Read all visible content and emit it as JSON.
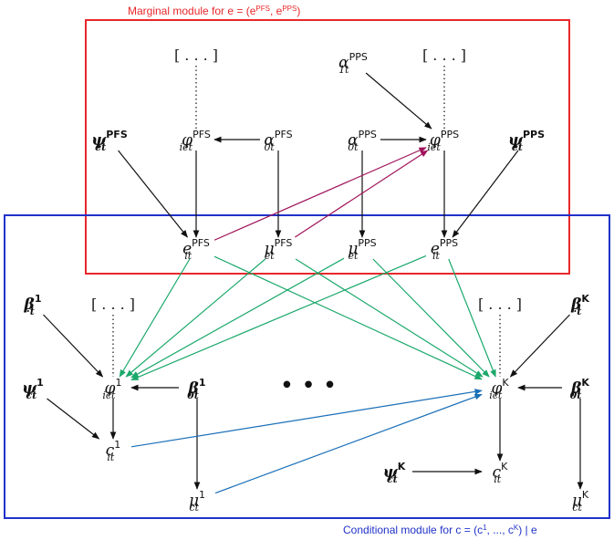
{
  "colors": {
    "marginal_box": "#e8282b",
    "conditional_box": "#1f32c8",
    "edge_default": "#111111",
    "edge_marginal_cross": "#a0125a",
    "edge_green": "#1aa86a",
    "edge_blue": "#1a6fb8"
  },
  "captions": {
    "marginal": "Marginal module for e = (e^PFS, e^PPS)",
    "conditional": "Conditional module for c = (c^1, ..., c^K) | e"
  },
  "nodes": [
    {
      "id": "pfs_dots",
      "kind": "ellipsis",
      "text": "[ . . . ]"
    },
    {
      "id": "alpha1",
      "base": "α",
      "sub": "1t",
      "sup": "PPS"
    },
    {
      "id": "pps_dots",
      "kind": "ellipsis",
      "text": "[ . . . ]"
    },
    {
      "id": "psi_pfs",
      "base": "ψ",
      "sub": "et",
      "sup": "PFS",
      "bold": true
    },
    {
      "id": "phi_pfs",
      "base": "φ",
      "sub": "iet",
      "sup": "PFS"
    },
    {
      "id": "alpha0_pfs",
      "base": "α",
      "sub": "0t",
      "sup": "PFS"
    },
    {
      "id": "alpha0_pps",
      "base": "α",
      "sub": "0t",
      "sup": "PPS"
    },
    {
      "id": "phi_pps",
      "base": "φ",
      "sub": "iet",
      "sup": "PPS"
    },
    {
      "id": "psi_pps",
      "base": "ψ",
      "sub": "et",
      "sup": "PPS",
      "bold": true
    },
    {
      "id": "e_pfs",
      "base": "e",
      "sub": "it",
      "sup": "PFS"
    },
    {
      "id": "mu_pfs",
      "base": "μ",
      "sub": "et",
      "sup": "PFS"
    },
    {
      "id": "mu_pps",
      "base": "μ",
      "sub": "et",
      "sup": "PPS"
    },
    {
      "id": "e_pps",
      "base": "e",
      "sub": "it",
      "sup": "PPS"
    },
    {
      "id": "beta1",
      "base": "β",
      "sub": "·t",
      "sup": "1",
      "bold": true
    },
    {
      "id": "c1_dots",
      "kind": "ellipsis",
      "text": "[ . . . ]"
    },
    {
      "id": "cK_dots",
      "kind": "ellipsis",
      "text": "[ . . . ]"
    },
    {
      "id": "betaK",
      "base": "β",
      "sub": "·t",
      "sup": "K",
      "bold": true
    },
    {
      "id": "psi_c1",
      "base": "ψ",
      "sub": "ct",
      "sup": "1",
      "bold": true
    },
    {
      "id": "phi_c1",
      "base": "φ",
      "sub": "ict",
      "sup": "1"
    },
    {
      "id": "beta0_1",
      "base": "β",
      "sub": "0t",
      "sup": "1",
      "bold": true
    },
    {
      "id": "mid_dots",
      "kind": "bigdots",
      "text": "• • •"
    },
    {
      "id": "phi_cK",
      "base": "φ",
      "sub": "ict",
      "sup": "K"
    },
    {
      "id": "beta0_K",
      "base": "β",
      "sub": "0t",
      "sup": "K",
      "bold": true
    },
    {
      "id": "c1",
      "base": "c",
      "sub": "it",
      "sup": "1"
    },
    {
      "id": "psi_cK",
      "base": "ψ",
      "sub": "ct",
      "sup": "K",
      "bold": true
    },
    {
      "id": "cK",
      "base": "c",
      "sub": "it",
      "sup": "K"
    },
    {
      "id": "mu_c1",
      "base": "μ",
      "sub": "ct",
      "sup": "1"
    },
    {
      "id": "mu_cK",
      "base": "μ",
      "sub": "ct",
      "sup": "K"
    }
  ],
  "edges": [
    {
      "from": "pfs_dots",
      "to": "phi_pfs",
      "style": "dotted",
      "color": "edge_default"
    },
    {
      "from": "alpha1",
      "to": "phi_pps",
      "color": "edge_default"
    },
    {
      "from": "pps_dots",
      "to": "phi_pps",
      "style": "dotted",
      "color": "edge_default"
    },
    {
      "from": "alpha0_pfs",
      "to": "phi_pfs",
      "color": "edge_default"
    },
    {
      "from": "alpha0_pps",
      "to": "phi_pps",
      "color": "edge_default"
    },
    {
      "from": "psi_pfs",
      "to": "e_pfs",
      "color": "edge_default"
    },
    {
      "from": "phi_pfs",
      "to": "e_pfs",
      "color": "edge_default"
    },
    {
      "from": "alpha0_pfs",
      "to": "mu_pfs",
      "color": "edge_default"
    },
    {
      "from": "alpha0_pps",
      "to": "mu_pps",
      "color": "edge_default"
    },
    {
      "from": "phi_pps",
      "to": "e_pps",
      "color": "edge_default"
    },
    {
      "from": "psi_pps",
      "to": "e_pps",
      "color": "edge_default"
    },
    {
      "from": "e_pfs",
      "to": "phi_pps",
      "color": "edge_marginal_cross"
    },
    {
      "from": "mu_pfs",
      "to": "phi_pps",
      "color": "edge_marginal_cross"
    },
    {
      "from": "e_pfs",
      "to": "phi_c1",
      "color": "edge_green"
    },
    {
      "from": "mu_pfs",
      "to": "phi_c1",
      "color": "edge_green"
    },
    {
      "from": "mu_pps",
      "to": "phi_c1",
      "color": "edge_green"
    },
    {
      "from": "e_pps",
      "to": "phi_c1",
      "color": "edge_green"
    },
    {
      "from": "e_pfs",
      "to": "phi_cK",
      "color": "edge_green"
    },
    {
      "from": "mu_pfs",
      "to": "phi_cK",
      "color": "edge_green"
    },
    {
      "from": "mu_pps",
      "to": "phi_cK",
      "color": "edge_green"
    },
    {
      "from": "e_pps",
      "to": "phi_cK",
      "color": "edge_green"
    },
    {
      "from": "beta1",
      "to": "phi_c1",
      "color": "edge_default"
    },
    {
      "from": "c1_dots",
      "to": "phi_c1",
      "style": "dotted",
      "color": "edge_default"
    },
    {
      "from": "beta0_1",
      "to": "phi_c1",
      "color": "edge_default"
    },
    {
      "from": "betaK",
      "to": "phi_cK",
      "color": "edge_default"
    },
    {
      "from": "cK_dots",
      "to": "phi_cK",
      "style": "dotted",
      "color": "edge_default"
    },
    {
      "from": "beta0_K",
      "to": "phi_cK",
      "color": "edge_default"
    },
    {
      "from": "psi_c1",
      "to": "c1",
      "color": "edge_default"
    },
    {
      "from": "phi_c1",
      "to": "c1",
      "color": "edge_default"
    },
    {
      "from": "beta0_1",
      "to": "mu_c1",
      "color": "edge_default"
    },
    {
      "from": "phi_cK",
      "to": "cK",
      "color": "edge_default"
    },
    {
      "from": "psi_cK",
      "to": "cK",
      "color": "edge_default"
    },
    {
      "from": "beta0_K",
      "to": "mu_cK",
      "color": "edge_default"
    },
    {
      "from": "c1",
      "to": "phi_cK",
      "color": "edge_blue"
    },
    {
      "from": "mu_c1",
      "to": "phi_cK",
      "color": "edge_blue"
    }
  ]
}
